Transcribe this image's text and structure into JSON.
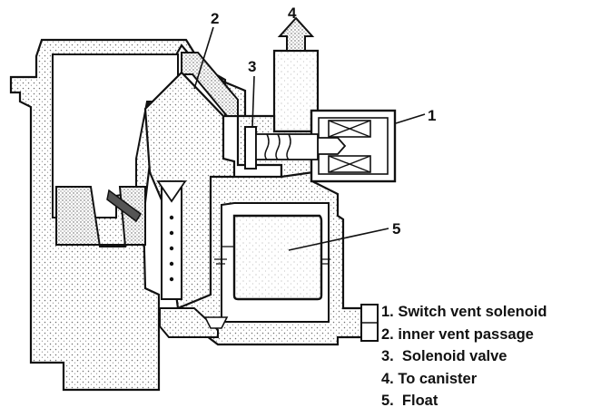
{
  "callouts": {
    "c1": "1",
    "c2": "2",
    "c3": "3",
    "c4": "4",
    "c5": "5"
  },
  "legend": [
    "1. Switch vent solenoid",
    "2. inner vent passage",
    "3.  Solenoid valve",
    "4. To canister",
    "5.  Float"
  ],
  "colors": {
    "ink": "#111111",
    "stipple": "#9a9a9a",
    "paper": "#ffffff"
  }
}
